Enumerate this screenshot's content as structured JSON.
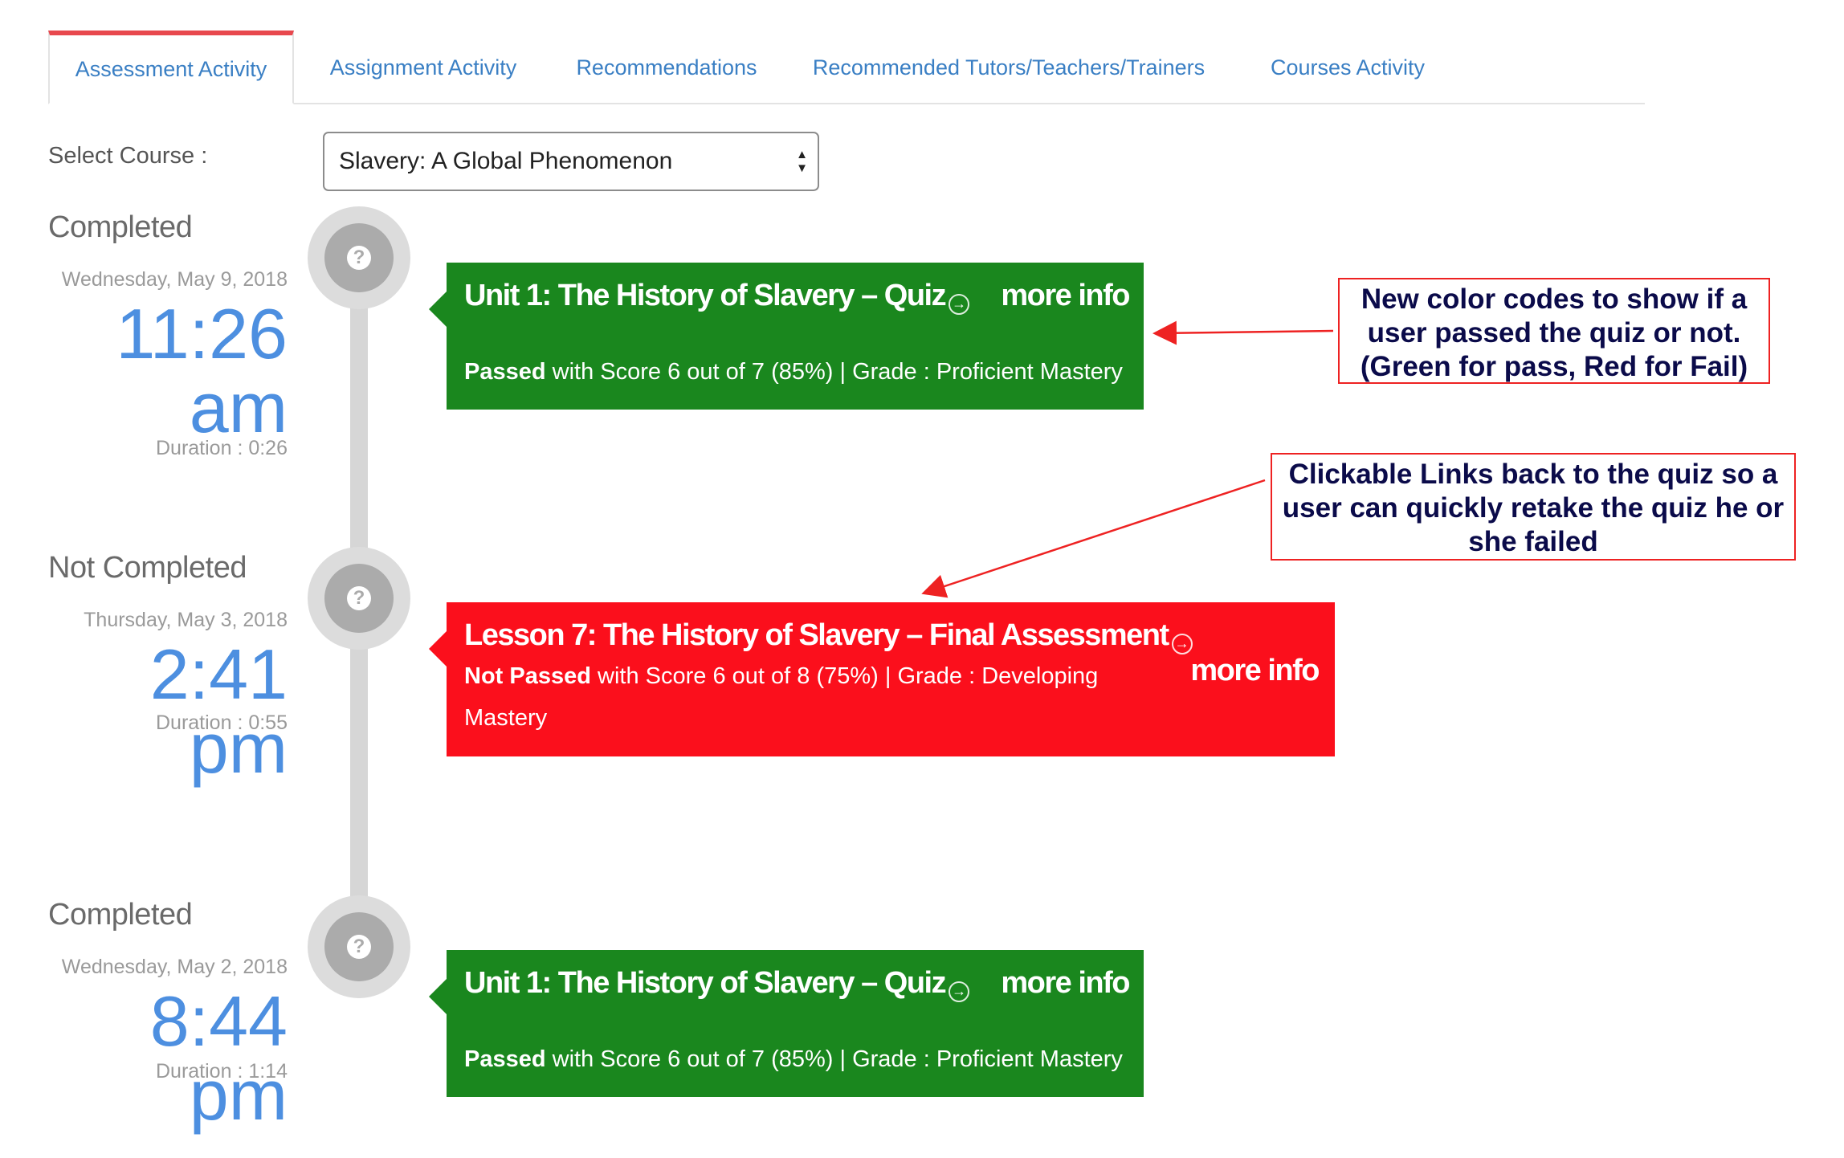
{
  "tabs": [
    {
      "label": "Assessment Activity",
      "active": true
    },
    {
      "label": "Assignment Activity"
    },
    {
      "label": "Recommendations"
    },
    {
      "label": "Recommended Tutors/Teachers/Trainers"
    },
    {
      "label": "Courses Activity"
    }
  ],
  "course_select": {
    "label": "Select Course :",
    "value": "Slavery: A Global Phenomenon"
  },
  "entries": [
    {
      "status": "Completed",
      "date": "Wednesday, May 9, 2018",
      "time_line1": "11:26",
      "time_line2": "am",
      "duration": "Duration : 0:26",
      "title": "Unit 1: The History of Slavery – Quiz",
      "result_label": "Passed",
      "result_text": " with Score 6 out of 7 (85%) | Grade : Proficient Mastery",
      "more_info": "more info",
      "color": "#1a871e"
    },
    {
      "status": "Not Completed",
      "date": "Thursday, May 3, 2018",
      "time": "2:41 pm",
      "duration": "Duration : 0:55",
      "title": "Lesson 7: The History of Slavery – Final Assessment",
      "result_label": "Not Passed",
      "result_text": " with Score 6 out of 8 (75%) | Grade : Developing Mastery",
      "more_info": "more info",
      "color": "#fb0f1c"
    },
    {
      "status": "Completed",
      "date": "Wednesday, May 2, 2018",
      "time": "8:44 pm",
      "duration": "Duration : 1:14",
      "title": "Unit 1: The History of Slavery – Quiz",
      "result_label": "Passed",
      "result_text": " with Score 6 out of 7 (85%) | Grade : Proficient Mastery",
      "more_info": "more info",
      "color": "#1a871e"
    }
  ],
  "timeline_icon": "question-circle-icon",
  "annotations": {
    "color_codes": "New color codes to show if a user passed the quiz or not. (Green for pass, Red for Fail)",
    "clickable_links": "Clickable Links back to the quiz so a user can quickly retake the quiz he or she failed"
  }
}
